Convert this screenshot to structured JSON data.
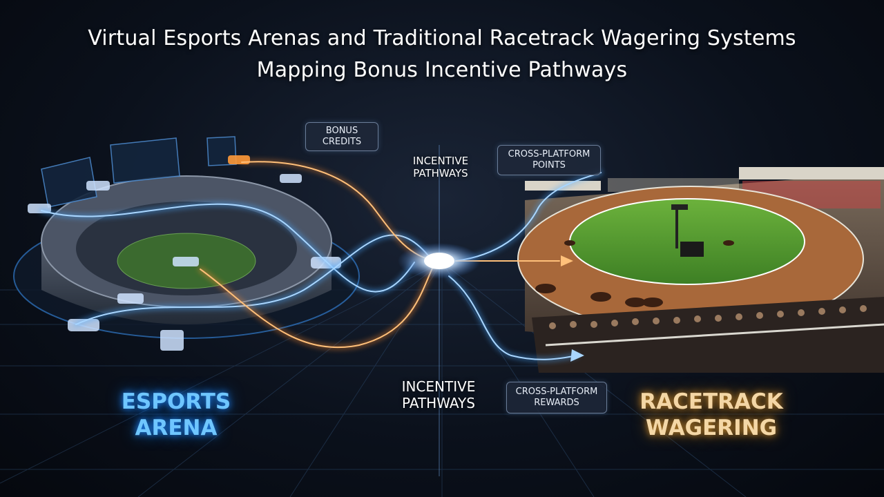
{
  "title": {
    "line1": "Virtual Esports Arenas and Traditional Racetrack Wagering Systems",
    "line2": "Mapping Bonus Incentive Pathways"
  },
  "tags": {
    "bonus_credits": "Bonus\nCredits",
    "cross_platform_points": "Cross-Platform\nPoints",
    "cross_platform_rewards": "Cross-Platform\nRewards"
  },
  "labels": {
    "incentive_pathways_top": "Incentive\nPathways",
    "incentive_pathways_bottom": "Incentive\nPathways",
    "esports_arena": "Esports\nArena",
    "racetrack_wagering": "Racetrack\nWagering"
  },
  "colors": {
    "esports_glow": "#4aa8ff",
    "racetrack_glow": "#e0a94a",
    "pathway_orange": "#ff8a2a",
    "turf_green": "#4f9a2e",
    "dirt_track": "#a8683a"
  }
}
